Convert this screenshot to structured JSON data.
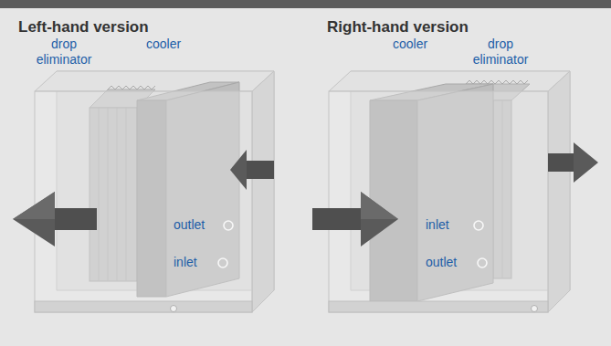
{
  "diagram": {
    "labels": [
      "Left-hand version",
      "drop eliminator",
      "cooler",
      "outlet",
      "inlet",
      "Right-hand version",
      "cooler",
      "drop eliminator",
      "inlet",
      "outlet"
    ]
  }
}
